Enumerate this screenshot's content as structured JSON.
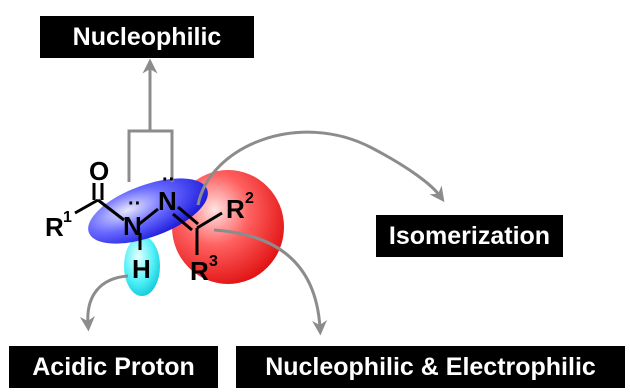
{
  "labels": {
    "nucleophilic": "Nucleophilic",
    "isomerization": "Isomerization",
    "acidic_proton": "Acidic Proton",
    "nuc_elec": "Nucleophilic & Electrophilic"
  },
  "atoms": {
    "oxygen": "O",
    "nitrogen1": "N",
    "nitrogen2": "N",
    "hydrogen": "H",
    "r1": "R",
    "r1_sup": "1",
    "r2": "R",
    "r2_sup": "2",
    "r3": "R",
    "r3_sup": "3",
    "lone_pair": "··"
  },
  "colors": {
    "blue_region": "#2a2af0",
    "red_region": "#ee2222",
    "cyan_region": "#22e6f0",
    "arrow": "#8c8c8c"
  }
}
